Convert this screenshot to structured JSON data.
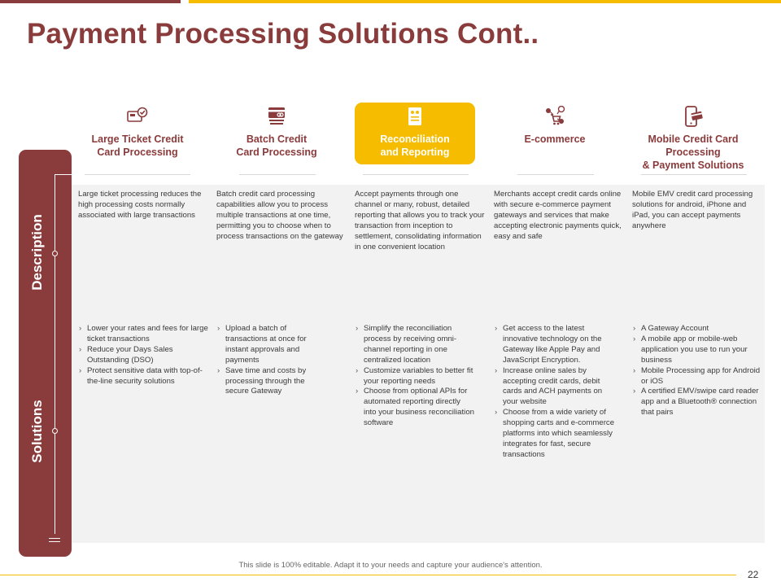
{
  "slide": {
    "title": "Payment Processing Solutions Cont..",
    "footer": "This slide is 100% editable. Adapt it to your needs and capture your audience's attention.",
    "page_number": "22",
    "colors": {
      "maroon": "#8a3b3b",
      "yellow": "#f5bc00",
      "panel": "#f2f2f2"
    }
  },
  "rows": {
    "description": "Description",
    "solutions": "Solutions"
  },
  "columns": [
    {
      "icon": "credit-card-check-icon",
      "label": "Large Ticket Credit\nCard Processing",
      "description": "Large ticket processing reduces the high processing costs normally associated with large transactions",
      "solutions": [
        "Lower your rates and fees for large ticket transactions",
        "Reduce your Days Sales Outstanding (DSO)",
        "Protect sensitive data with top-of-the-line security solutions"
      ]
    },
    {
      "icon": "batch-cards-icon",
      "label": "Batch Credit\nCard Processing",
      "description": "Batch credit card processing capabilities allow you to process multiple transactions at one time, permitting you to choose when to process transactions on the gateway",
      "solutions": [
        "Upload a batch of transactions at once for instant approvals and payments",
        "Save time and costs by processing through the secure Gateway"
      ]
    },
    {
      "icon": "report-document-icon",
      "label": "Reconciliation\nand Reporting",
      "active": true,
      "description": "Accept payments through one channel or many, robust, detailed reporting that allows you to track your transaction from inception to settlement, consolidating information in one convenient location",
      "solutions": [
        "Simplify the reconciliation process by receiving omni-channel reporting in one centralized location",
        "Customize variables to better fit your reporting needs",
        "Choose from optional APIs for automated reporting directly into your business reconciliation software"
      ]
    },
    {
      "icon": "shopping-cart-network-icon",
      "label": "E-commerce",
      "description": "Merchants accept credit cards online with secure e-commerce payment gateways and services that make accepting electronic payments quick, easy and safe",
      "solutions": [
        "Get access to the latest innovative technology on the Gateway like Apple Pay and JavaScript Encryption.",
        "Increase online sales by accepting credit cards, debit cards and ACH payments on your website",
        "Choose from a wide variety of shopping carts and e-commerce platforms into which seamlessly integrates for fast, secure transactions"
      ]
    },
    {
      "icon": "mobile-card-icon",
      "label": "Mobile Credit Card\nProcessing\n& Payment Solutions",
      "description": "Mobile EMV credit card processing solutions for android, iPhone and iPad, you can accept payments anywhere",
      "solutions": [
        "A Gateway Account",
        "A mobile app or mobile-web application you use to run your business",
        "Mobile Processing app for Android or iOS",
        "A certified EMV/swipe card reader app and a Bluetooth® connection that pairs"
      ]
    }
  ]
}
